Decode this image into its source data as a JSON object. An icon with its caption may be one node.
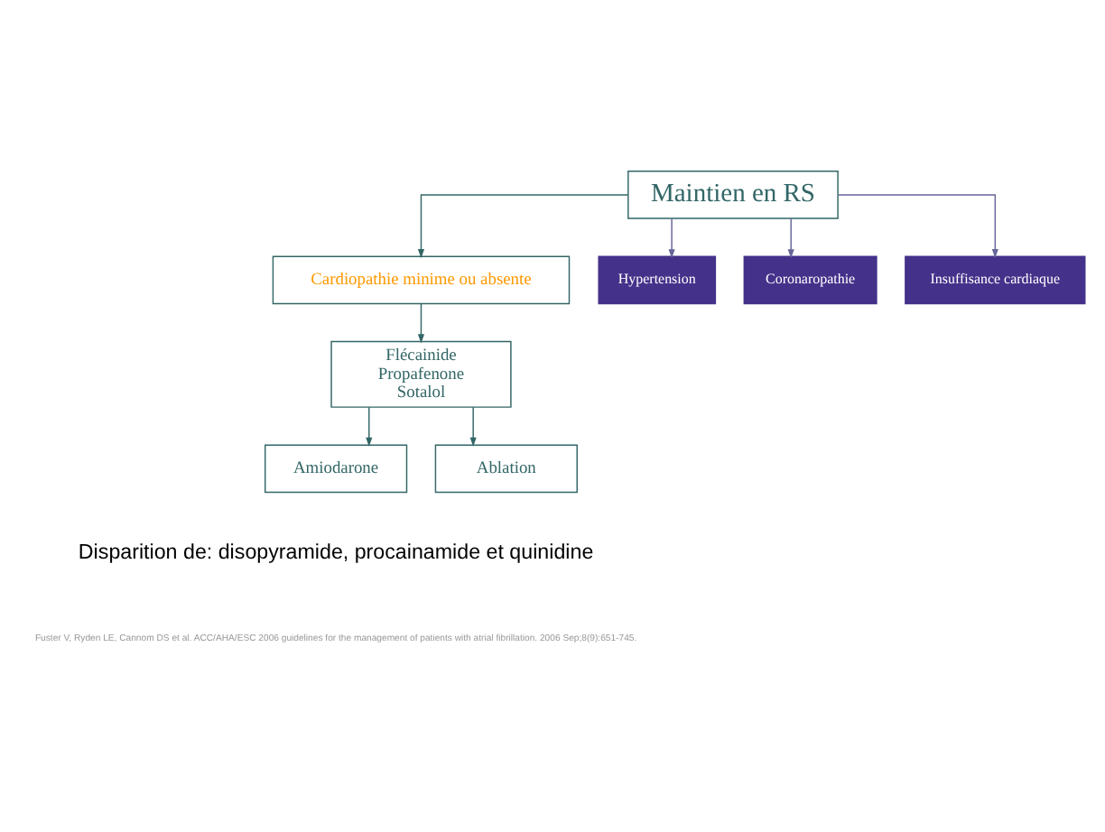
{
  "diagram": {
    "nodes": [
      {
        "text": [
          "Maintien en RS"
        ]
      },
      {
        "text": [
          "Cardiopathie minime ou absente"
        ]
      },
      {
        "text": [
          "Hypertension"
        ]
      },
      {
        "text": [
          "Coronaropathie"
        ]
      },
      {
        "text": [
          "Insuffisance cardiaque"
        ]
      },
      {
        "text": [
          "Flécainide",
          "Propafenone",
          "Sotalol"
        ]
      },
      {
        "text": [
          "Amiodarone"
        ]
      },
      {
        "text": [
          "Ablation"
        ]
      }
    ],
    "edges": [
      {
        "from": 0,
        "to": 1,
        "arrow": "to"
      },
      {
        "from": 0,
        "to": 2,
        "arrow": "to",
        "color": "#666699"
      },
      {
        "from": 0,
        "to": 3,
        "arrow": "to",
        "color": "#666699"
      },
      {
        "from": 0,
        "to": 4,
        "arrow": "to",
        "color": "#666699"
      },
      {
        "from": 1,
        "to": 5,
        "arrow": "to"
      },
      {
        "from": 5,
        "to": 6,
        "arrow": "to"
      },
      {
        "from": 5,
        "to": 7,
        "arrow": "to"
      }
    ],
    "labels": [
      "Disparition de: disopyramide, procainamide et quinidine",
      "Fuster V, Ryden LE, Cannom DS et al. ACC/AHA/ESC 2006 guidelines for the management of patients with atrial fibrillation. 2006 Sep;8(9):651-745."
    ]
  }
}
